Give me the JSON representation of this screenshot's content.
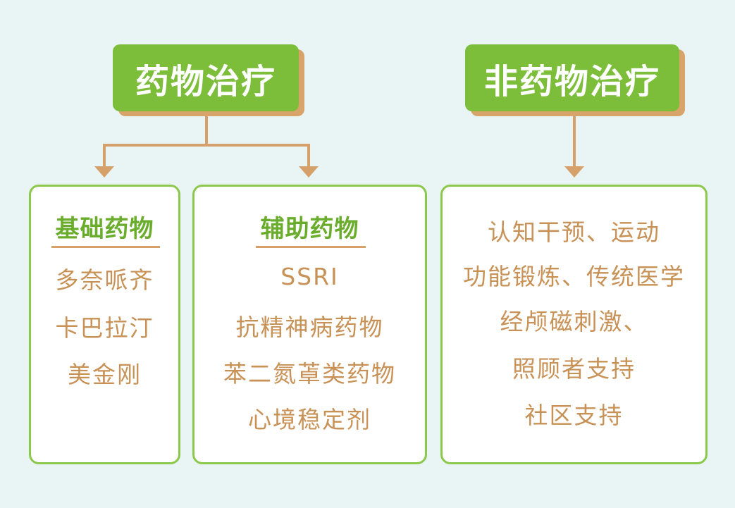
{
  "colors": {
    "background": "#e9f4f5",
    "header_fill": "#7cbd3a",
    "header_shadow": "#d8a46a",
    "box_border": "#8cc84b",
    "title_text": "#6aac2c",
    "item_text": "#c89156",
    "connector": "#d6a06a"
  },
  "drug_therapy": {
    "title": "药物治疗",
    "basic": {
      "title": "基础药物",
      "items": [
        "多奈哌齐",
        "卡巴拉汀",
        "美金刚"
      ]
    },
    "auxiliary": {
      "title": "辅助药物",
      "items": [
        "SSRI",
        "抗精神病药物",
        "苯二氮䓬类药物",
        "心境稳定剂"
      ]
    }
  },
  "non_drug_therapy": {
    "title": "非药物治疗",
    "items": [
      "认知干预、运动",
      "功能锻炼、传统医学",
      "经颅磁刺激、",
      "照顾者支持",
      "社区支持"
    ]
  }
}
